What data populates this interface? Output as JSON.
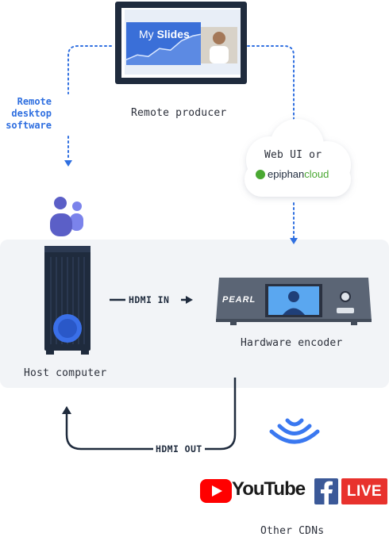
{
  "monitor": {
    "slide_text_normal": "My",
    "slide_text_bold": "Slides"
  },
  "labels": {
    "remote_producer": "Remote producer",
    "remote_desktop_lines": [
      "Remote",
      "desktop",
      "software"
    ],
    "web_ui_or": "Web UI or",
    "epiphan_cloud_brand": "epiphan",
    "epiphan_cloud_suffix": "cloud",
    "hdmi_in": "HDMI IN",
    "hdmi_out": "HDMI OUT",
    "host_computer": "Host computer",
    "hardware_encoder": "Hardware encoder",
    "encoder_brand": "PEARL",
    "other_cdns": "Other CDNs"
  },
  "cdns": {
    "youtube": "YouTube",
    "facebook_live": "LIVE"
  },
  "colors": {
    "accent_blue": "#2f6fe0",
    "dark_navy": "#1f2b3d",
    "teams_purple": "#5b5fc7",
    "youtube_red": "#ff0000",
    "facebook_blue": "#3b5998",
    "live_red": "#e8322d",
    "panel_bg": "#f2f4f7"
  },
  "icons": [
    "monitor-icon",
    "teams-icon",
    "tower-computer-icon",
    "encoder-device-icon",
    "cloud-icon",
    "wireless-signal-icon",
    "youtube-logo",
    "facebook-live-logo"
  ]
}
